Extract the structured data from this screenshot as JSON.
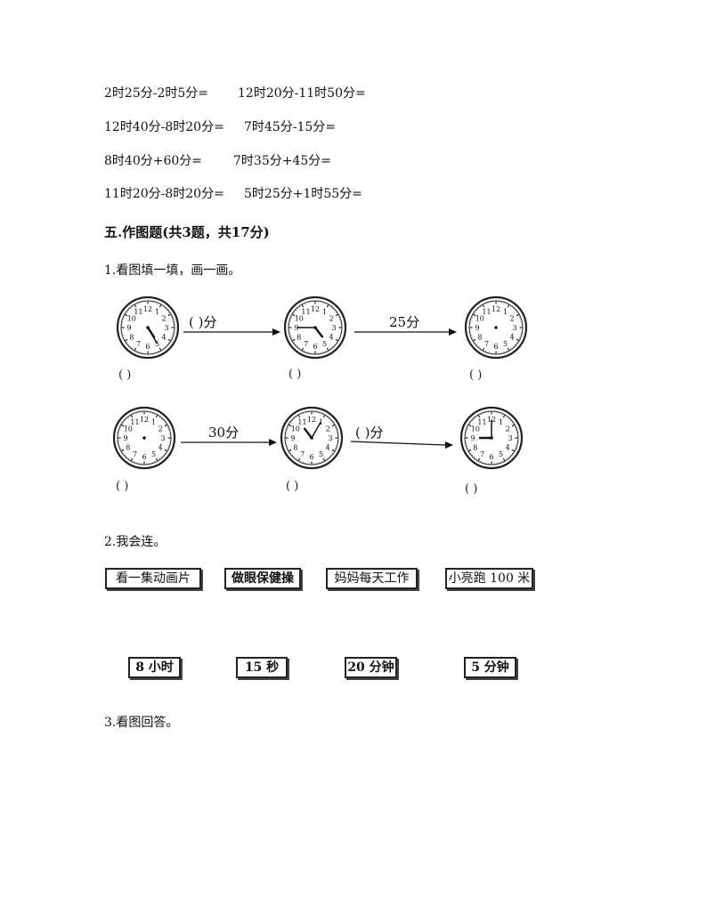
{
  "calc": {
    "rows": [
      {
        "left": "2时25分-2时5分=",
        "right": "12时20分-11时50分="
      },
      {
        "left": "12时40分-8时20分=",
        "right": "7时45分-15分="
      },
      {
        "left": "8时40分+60分=",
        "right": "7时35分+45分="
      },
      {
        "left": "11时20分-8时20分=",
        "right": "5时25分+1时55分="
      }
    ]
  },
  "section5": {
    "title": "五.作图题(共3题，共17分)",
    "q1": {
      "label": "1.看图填一填，画一画。",
      "row1": {
        "arrow1_label": "(        )分",
        "arrow2_label": "25分",
        "paren": [
          "(        )",
          "(        )",
          "(        )"
        ]
      },
      "row2": {
        "arrow1_label": "30分",
        "arrow2_label": "(        )分",
        "paren": [
          "(        )",
          "(        )",
          "(        )"
        ]
      }
    },
    "q2": {
      "label": "2.我会连。",
      "top_items": [
        "看一集动画片",
        "做眼保健操",
        "妈妈每天工作",
        "小亮跑 100 米"
      ],
      "bottom_items": [
        "8 小时",
        "15 秒",
        "20 分钟",
        "5 分钟"
      ]
    },
    "q3": {
      "label": "3.看图回答。"
    }
  },
  "clocks": [
    {
      "hour": 4.9,
      "minute": 25
    },
    {
      "hour": 4.75,
      "minute": 45
    },
    {
      "hour": null,
      "minute": null
    },
    {
      "hour": null,
      "minute": null
    },
    {
      "hour": 10.75,
      "minute": 5
    },
    {
      "hour": 9.0,
      "minute": 0
    }
  ]
}
